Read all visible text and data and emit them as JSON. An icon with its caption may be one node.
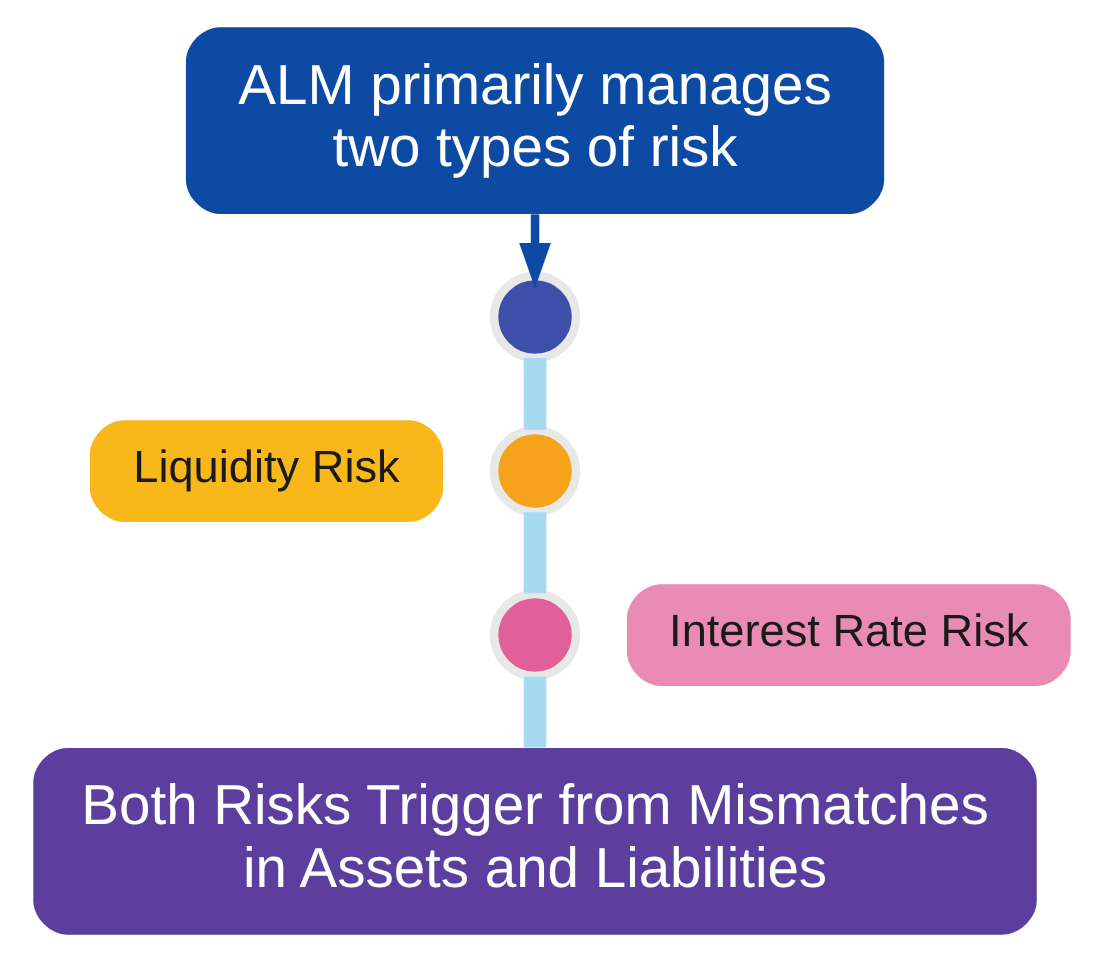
{
  "diagram": {
    "nodes": [
      {
        "text": [
          "ALM primarily manages two types of risk"
        ]
      },
      {
        "text": [],
        "shape": "circle"
      },
      {
        "text": [
          "Liquidity Risk"
        ]
      },
      {
        "text": [],
        "shape": "circle"
      },
      {
        "text": [],
        "shape": "circle"
      },
      {
        "text": [
          "Interest Rate Risk"
        ]
      },
      {
        "text": [
          "Both Risks Trigger from Mismatches in Assets and Liabilities"
        ]
      }
    ],
    "edges": [
      {
        "from": 0,
        "to": 1,
        "arrow": "to",
        "color": "#0d4aa3"
      },
      {
        "from": 1,
        "to": 3,
        "arrow": "none"
      },
      {
        "from": 3,
        "to": 4,
        "arrow": "none"
      },
      {
        "from": 4,
        "to": 6,
        "arrow": "none"
      }
    ]
  }
}
